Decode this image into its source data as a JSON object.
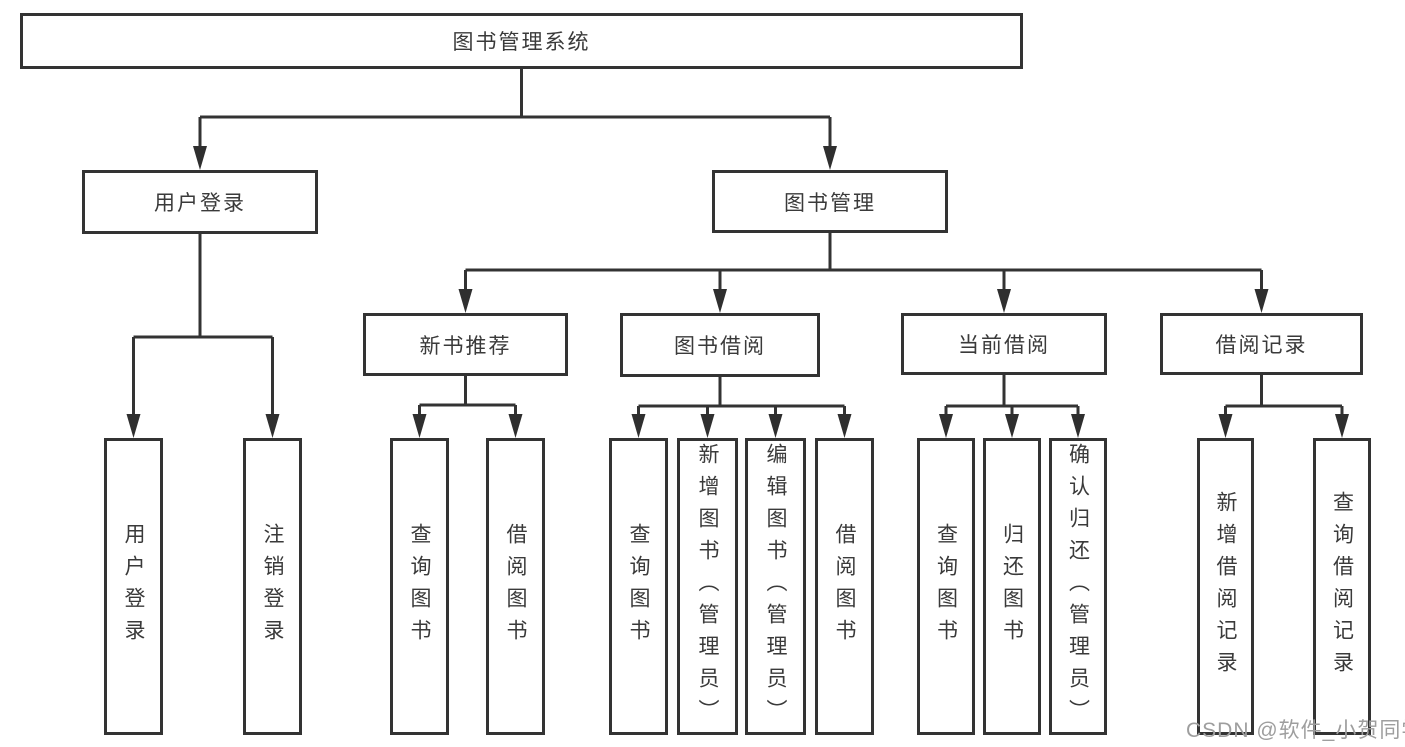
{
  "diagram_type": "hierarchy-tree",
  "tree": {
    "label": "图书管理系统",
    "children": [
      {
        "label": "用户登录",
        "children": [
          {
            "label": "用户登录"
          },
          {
            "label": "注销登录"
          }
        ]
      },
      {
        "label": "图书管理",
        "children": [
          {
            "label": "新书推荐",
            "children": [
              {
                "label": "查询图书"
              },
              {
                "label": "借阅图书"
              }
            ]
          },
          {
            "label": "图书借阅",
            "children": [
              {
                "label": "查询图书"
              },
              {
                "label": "新增图书（管理员）"
              },
              {
                "label": "编辑图书（管理员）"
              },
              {
                "label": "借阅图书"
              }
            ]
          },
          {
            "label": "当前借阅",
            "children": [
              {
                "label": "查询图书"
              },
              {
                "label": "归还图书"
              },
              {
                "label": "确认归还（管理员）"
              }
            ]
          },
          {
            "label": "借阅记录",
            "children": [
              {
                "label": "新增借阅记录"
              },
              {
                "label": "查询借阅记录"
              }
            ]
          }
        ]
      }
    ]
  },
  "watermark": "CSDN @软件_小贺同学",
  "colors": {
    "line": "#333333",
    "box_border": "#333333",
    "box_fill": "#ffffff",
    "text": "#3a3a3a",
    "watermark": "#9e9e9e",
    "background": "#ffffff"
  }
}
